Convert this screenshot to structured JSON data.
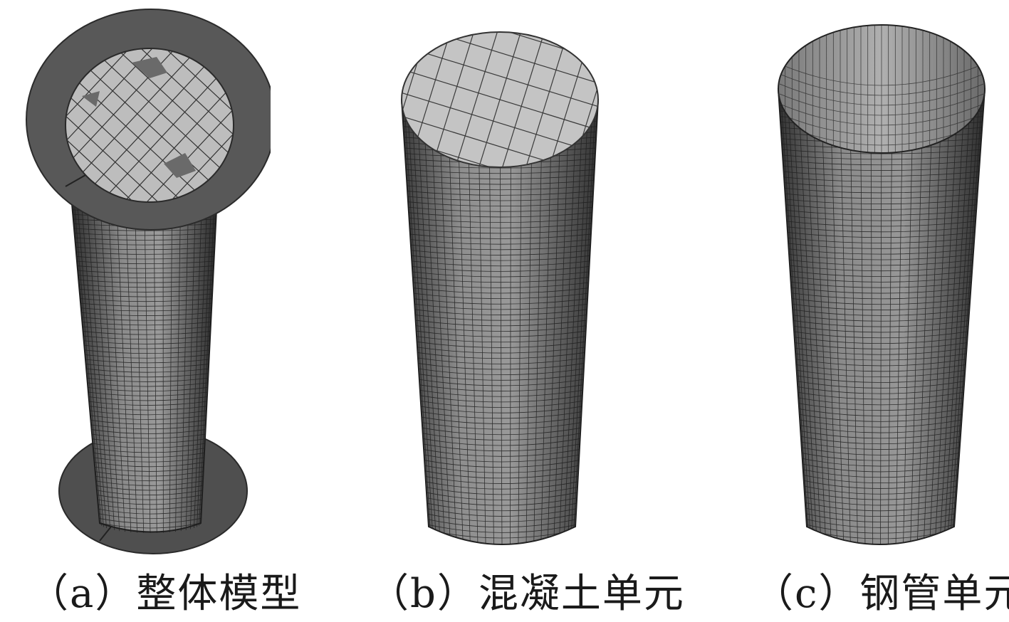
{
  "figure": {
    "panels": [
      {
        "id": "a",
        "caption": "（a）整体模型"
      },
      {
        "id": "b",
        "caption": "（b）混凝土单元"
      },
      {
        "id": "c",
        "caption": "（c）钢管单元"
      }
    ],
    "colors": {
      "mesh_face": "#8c8c8c",
      "mesh_face_dark": "#3f3f3f",
      "mesh_line": "#1e1e1e",
      "plate": "#5a5a5a",
      "top_face": "#c2c2c2",
      "inner_shadow": "#6b6b6b"
    }
  }
}
